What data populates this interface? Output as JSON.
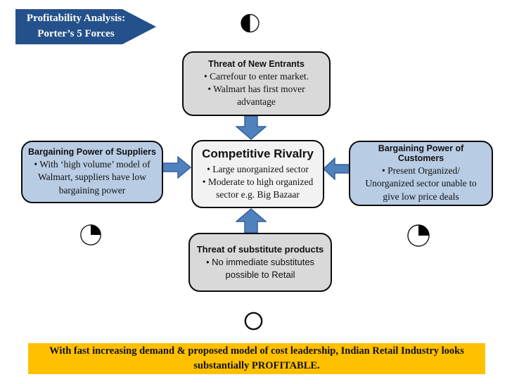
{
  "slide": {
    "banner": {
      "lines": [
        "Profitability Analysis:",
        "Porter’s 5 Forces"
      ]
    },
    "boxes": {
      "new_entrants": {
        "title": "Threat of New Entrants",
        "lines": [
          "• Carrefour to enter market.",
          "• Walmart has first mover",
          "advantage"
        ]
      },
      "suppliers": {
        "title": "Bargaining Power of Suppliers",
        "lines": [
          "• With ‘high volume’ model of",
          "Walmart, suppliers have low",
          "bargaining power"
        ]
      },
      "rivalry": {
        "title": "Competitive Rivalry",
        "lines": [
          "• Large unorganized sector",
          "• Moderate to high organized",
          "sector e.g. Big Bazaar"
        ]
      },
      "customers": {
        "title": "Bargaining Power of Customers",
        "lines": [
          "• Present Organized/",
          "Unorganized  sector unable to",
          "give low price deals"
        ]
      },
      "substitutes": {
        "title": "Threat of substitute products",
        "lines": [
          "• No immediate substitutes",
          "possible to Retail"
        ]
      }
    },
    "icons": {
      "top": "half-filled-circle",
      "left": "quarter-filled-circle",
      "right": "quarter-filled-circle",
      "bottom": "empty-circle"
    },
    "footer": {
      "lines": [
        "With fast increasing demand & proposed model of cost leadership, Indian Retail Industry looks",
        "substantially PROFITABLE."
      ]
    },
    "colors": {
      "banner_blue": "#24518B",
      "box_blue": "#B8CCE4",
      "box_gray": "#D9D9D9",
      "box_white": "#F2F2F2",
      "arrow_fill": "#4F81BD",
      "arrow_border": "#38619A",
      "footer_yellow": "#FFC000"
    }
  }
}
